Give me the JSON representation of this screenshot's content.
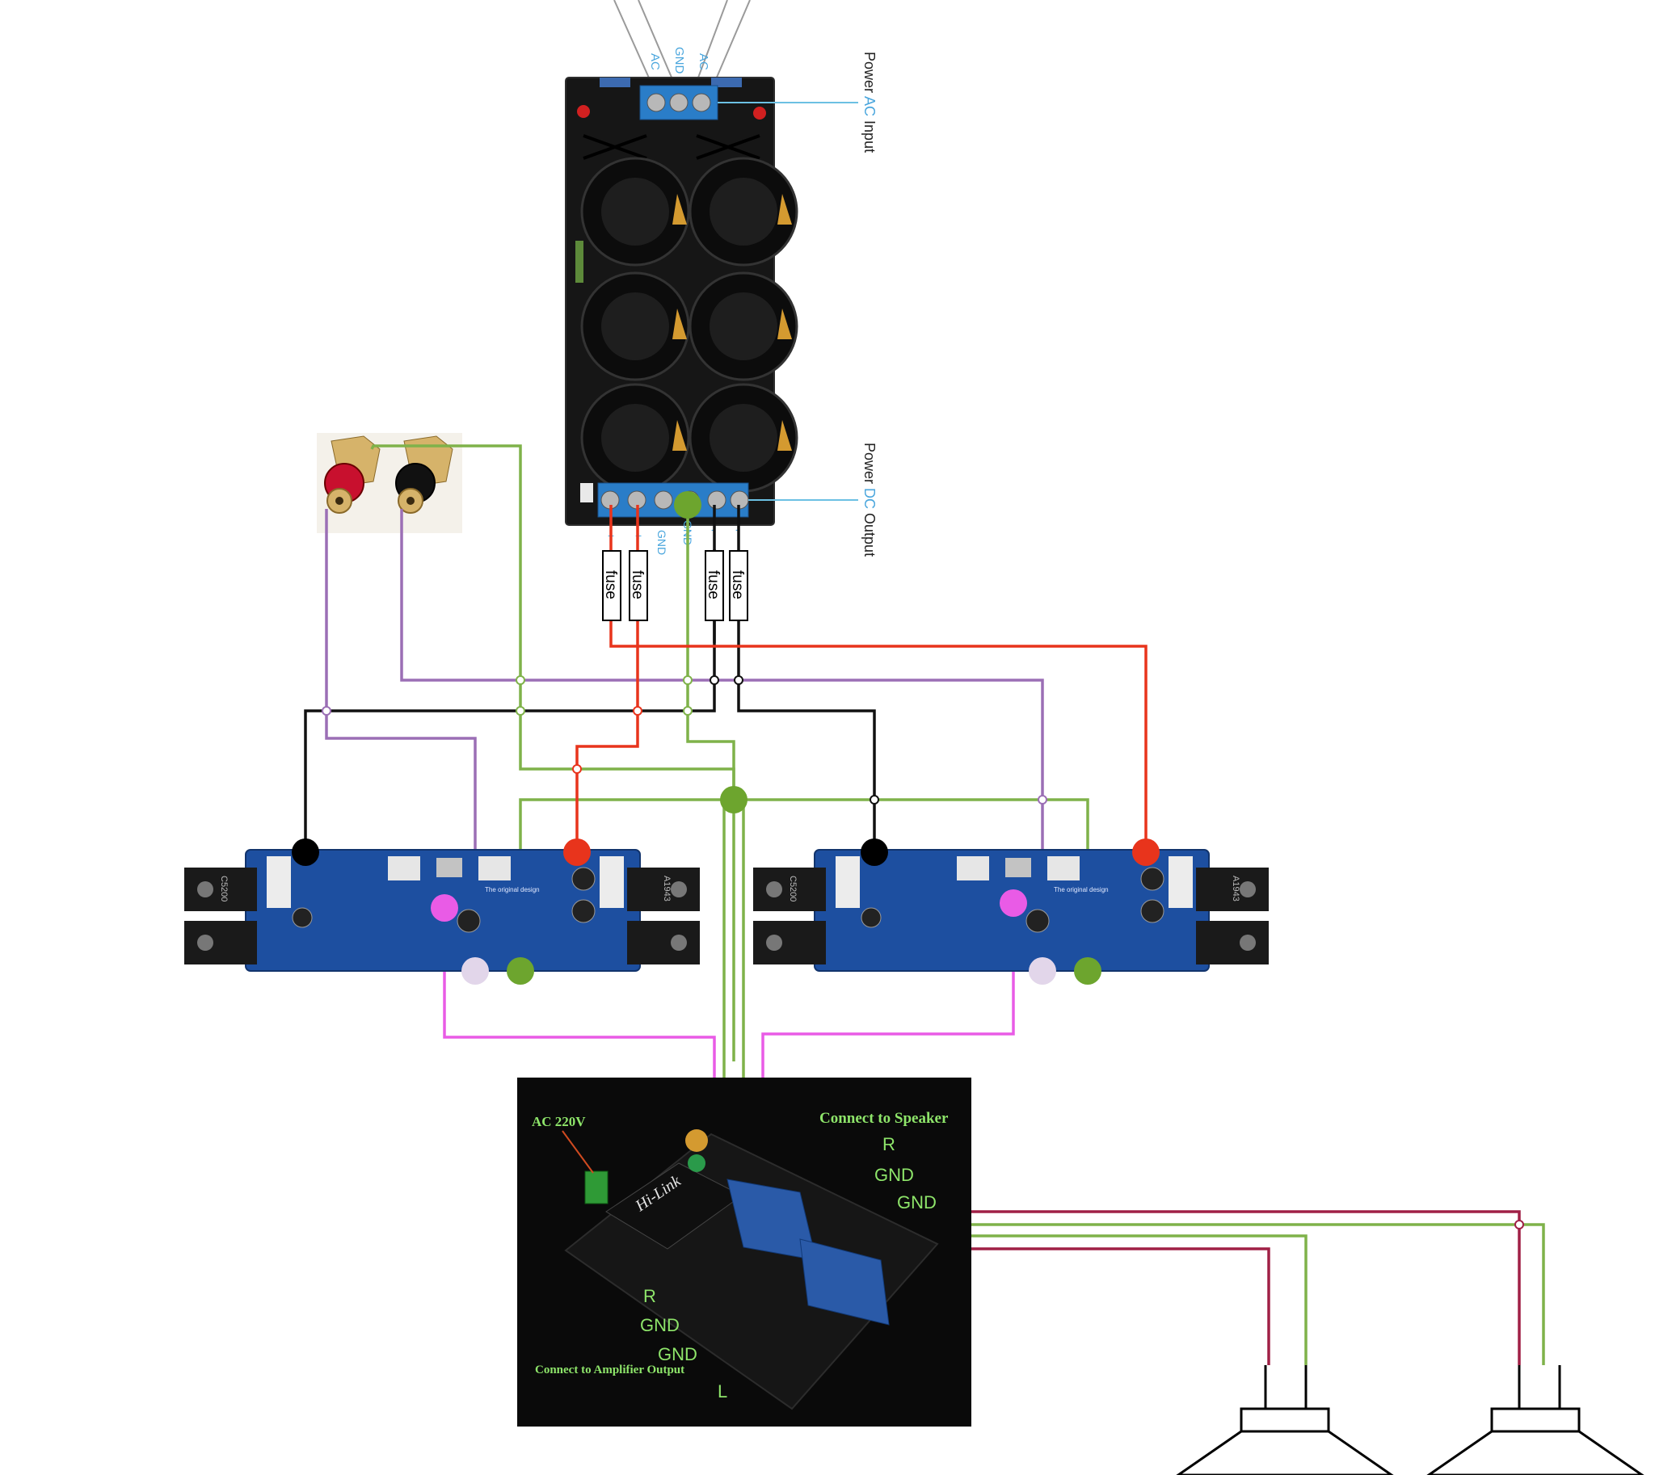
{
  "power_supply": {
    "ac_pins": [
      "AC",
      "GND",
      "AC"
    ],
    "ac_callout": {
      "pre": "Power ",
      "hl": "AC",
      "post": " Input"
    },
    "dc_pins": [
      "+",
      "+",
      "GND",
      "GND",
      "-",
      "-"
    ],
    "dc_callout": {
      "pre": "Power ",
      "hl": "DC",
      "post": " Output"
    }
  },
  "fuses": [
    "fuse",
    "fuse",
    "fuse",
    "fuse"
  ],
  "speaker_protection": {
    "ac_label": "AC 220V",
    "brand_label": "Hi-Link",
    "speaker_header": "Connect to Speaker",
    "speaker_pins": [
      "R",
      "GND",
      "GND"
    ],
    "amp_pins": [
      "R",
      "GND",
      "GND",
      "L"
    ],
    "amp_footer": "Connect to Amplifier Output"
  },
  "amp_board": {
    "transistor_left": "C5200",
    "transistor_right": "A1943",
    "board_text": "The original design"
  },
  "colors": {
    "positive": "#e8341c",
    "negative": "#111111",
    "ground": "#7fb24a",
    "ground_node": "#6da52e",
    "signal": "#9b6fb5",
    "signal_node": "#e2d6ea",
    "amp_output": "#e95be6",
    "speaker_line": "#a02046",
    "callout_line": "#6cc0e3",
    "label_blue": "#4aa6dd",
    "label_green": "#8ee56a"
  }
}
